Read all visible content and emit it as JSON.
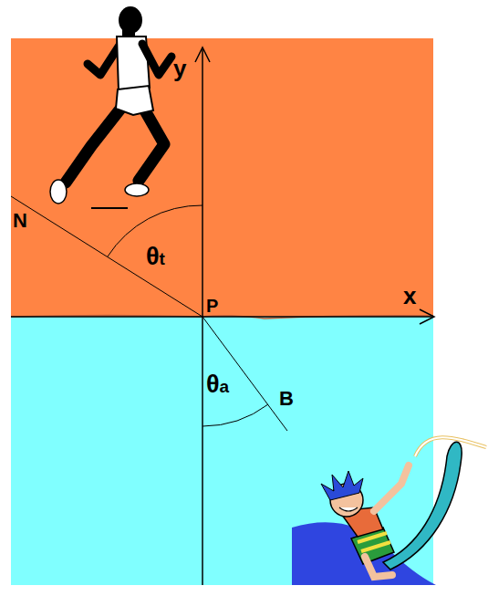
{
  "diagram": {
    "labels": [
      "y",
      "N",
      "θt",
      "P",
      "x",
      "θa",
      "B"
    ]
  }
}
